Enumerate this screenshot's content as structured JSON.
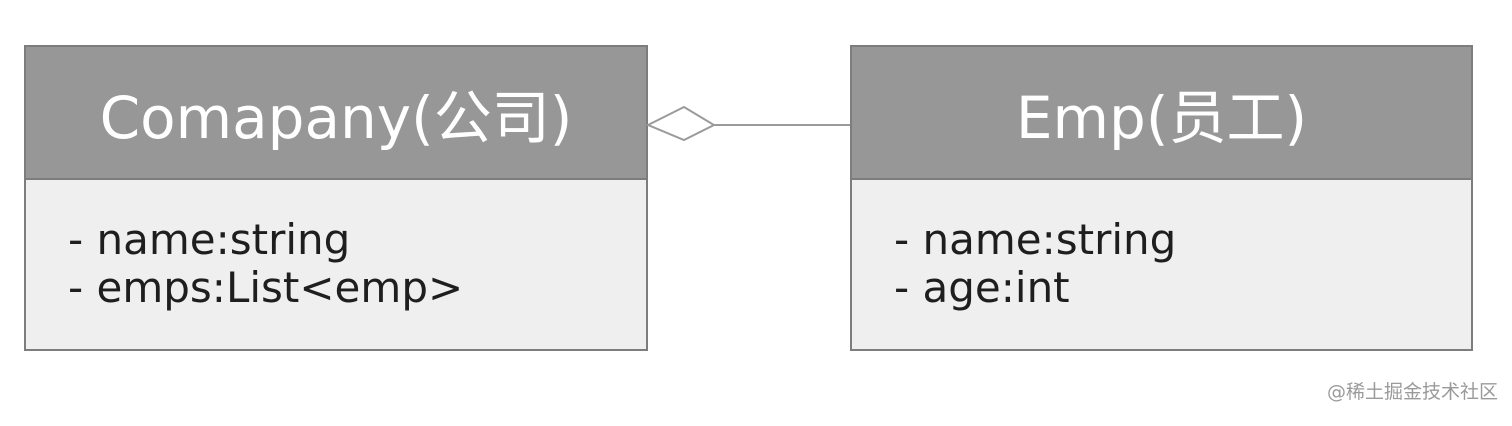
{
  "diagram": {
    "classes": [
      {
        "name": "Comapany(公司)",
        "attributes": [
          "- name:string",
          "- emps:List<emp>"
        ]
      },
      {
        "name": "Emp(员工)",
        "attributes": [
          "- name:string",
          "- age:int"
        ]
      }
    ],
    "relationship": {
      "type": "aggregation",
      "from": "Comapany(公司)",
      "to": "Emp(员工)"
    }
  },
  "colors": {
    "header": "#979797",
    "body": "#efefef",
    "border": "#7d7d7d",
    "header_text": "#ffffff",
    "body_text": "#1e1e1e"
  },
  "watermark": {
    "text": "@稀土掘金技术社区"
  }
}
